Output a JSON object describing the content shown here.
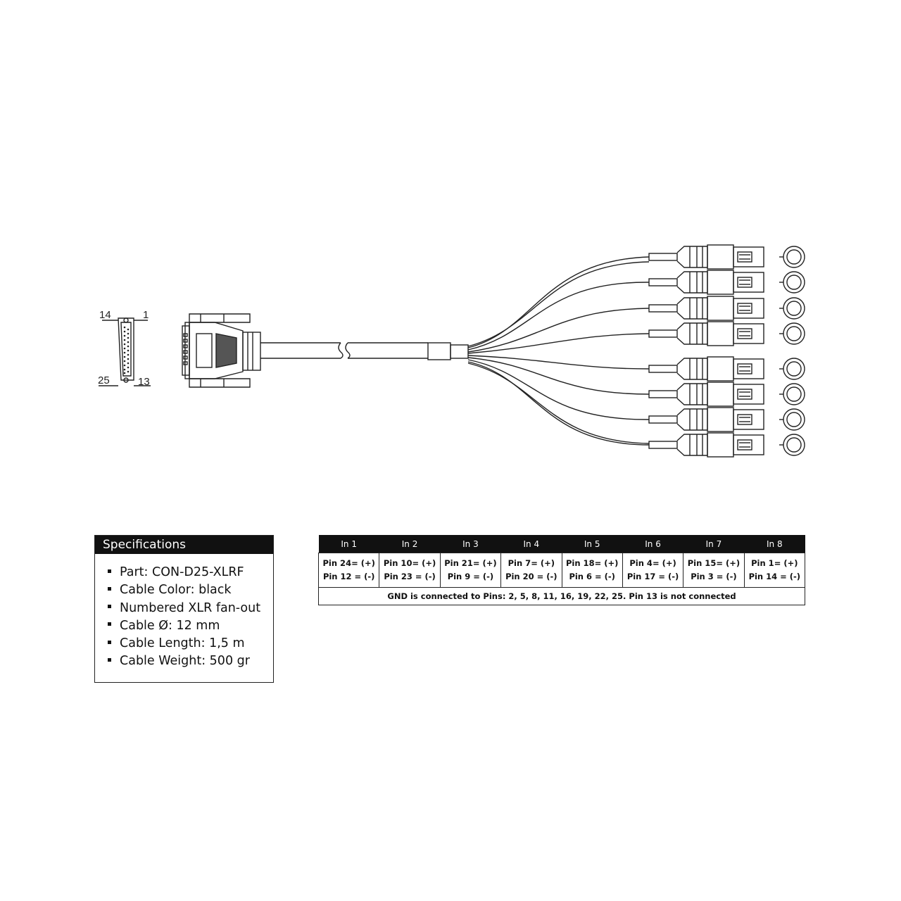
{
  "pinout": {
    "top_left_label": "14",
    "top_right_label": "1",
    "bottom_left_label": "25",
    "bottom_right_label": "13"
  },
  "specifications": {
    "title": "Specifications",
    "items": [
      "Part: CON-D25-XLRF",
      "Cable Color: black",
      "Numbered XLR fan-out",
      "Cable Ø: 12 mm",
      "Cable Length: 1,5 m",
      "Cable Weight: 500 gr"
    ]
  },
  "pin_table": {
    "columns": [
      {
        "header": "In 1",
        "plus": "Pin 24= (+)",
        "minus": "Pin 12 = (-)"
      },
      {
        "header": "In 2",
        "plus": "Pin 10= (+)",
        "minus": "Pin 23 = (-)"
      },
      {
        "header": "In 3",
        "plus": "Pin 21= (+)",
        "minus": "Pin 9 = (-)"
      },
      {
        "header": "In 4",
        "plus": "Pin 7= (+)",
        "minus": "Pin 20 = (-)"
      },
      {
        "header": "In 5",
        "plus": "Pin 18= (+)",
        "minus": "Pin 6 = (-)"
      },
      {
        "header": "In 6",
        "plus": "Pin 4= (+)",
        "minus": "Pin 17 = (-)"
      },
      {
        "header": "In 7",
        "plus": "Pin 15= (+)",
        "minus": "Pin 3 = (-)"
      },
      {
        "header": "In 8",
        "plus": "Pin 1= (+)",
        "minus": "Pin 14 = (-)"
      }
    ],
    "gnd_note": "GND is connected to Pins: 2, 5, 8, 11, 16, 19, 22, 25. Pin 13 is not connected"
  },
  "colors": {
    "line": "#222222",
    "header_bg": "#111111",
    "header_text": "#ffffff"
  }
}
